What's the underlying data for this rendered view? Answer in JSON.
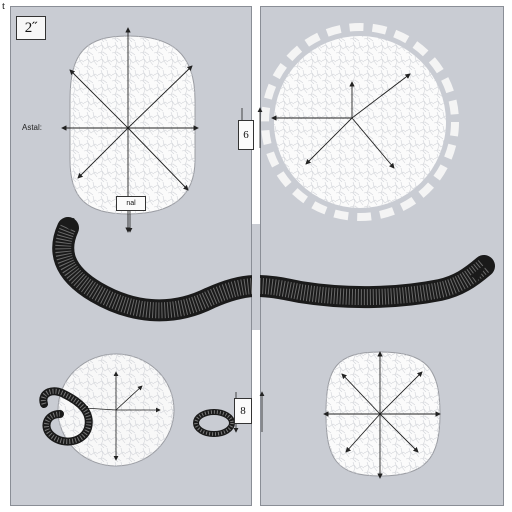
{
  "corner_mark": "t",
  "figure_label": "2˝",
  "left_side_label": "Astal:",
  "scale_caption": "nal",
  "callout_top": "6",
  "callout_bottom": "8",
  "colors": {
    "panel": "#c9ccd3",
    "disc": "#fbfbfb",
    "eel": "#1a1a1a",
    "arrow": "#222222"
  }
}
